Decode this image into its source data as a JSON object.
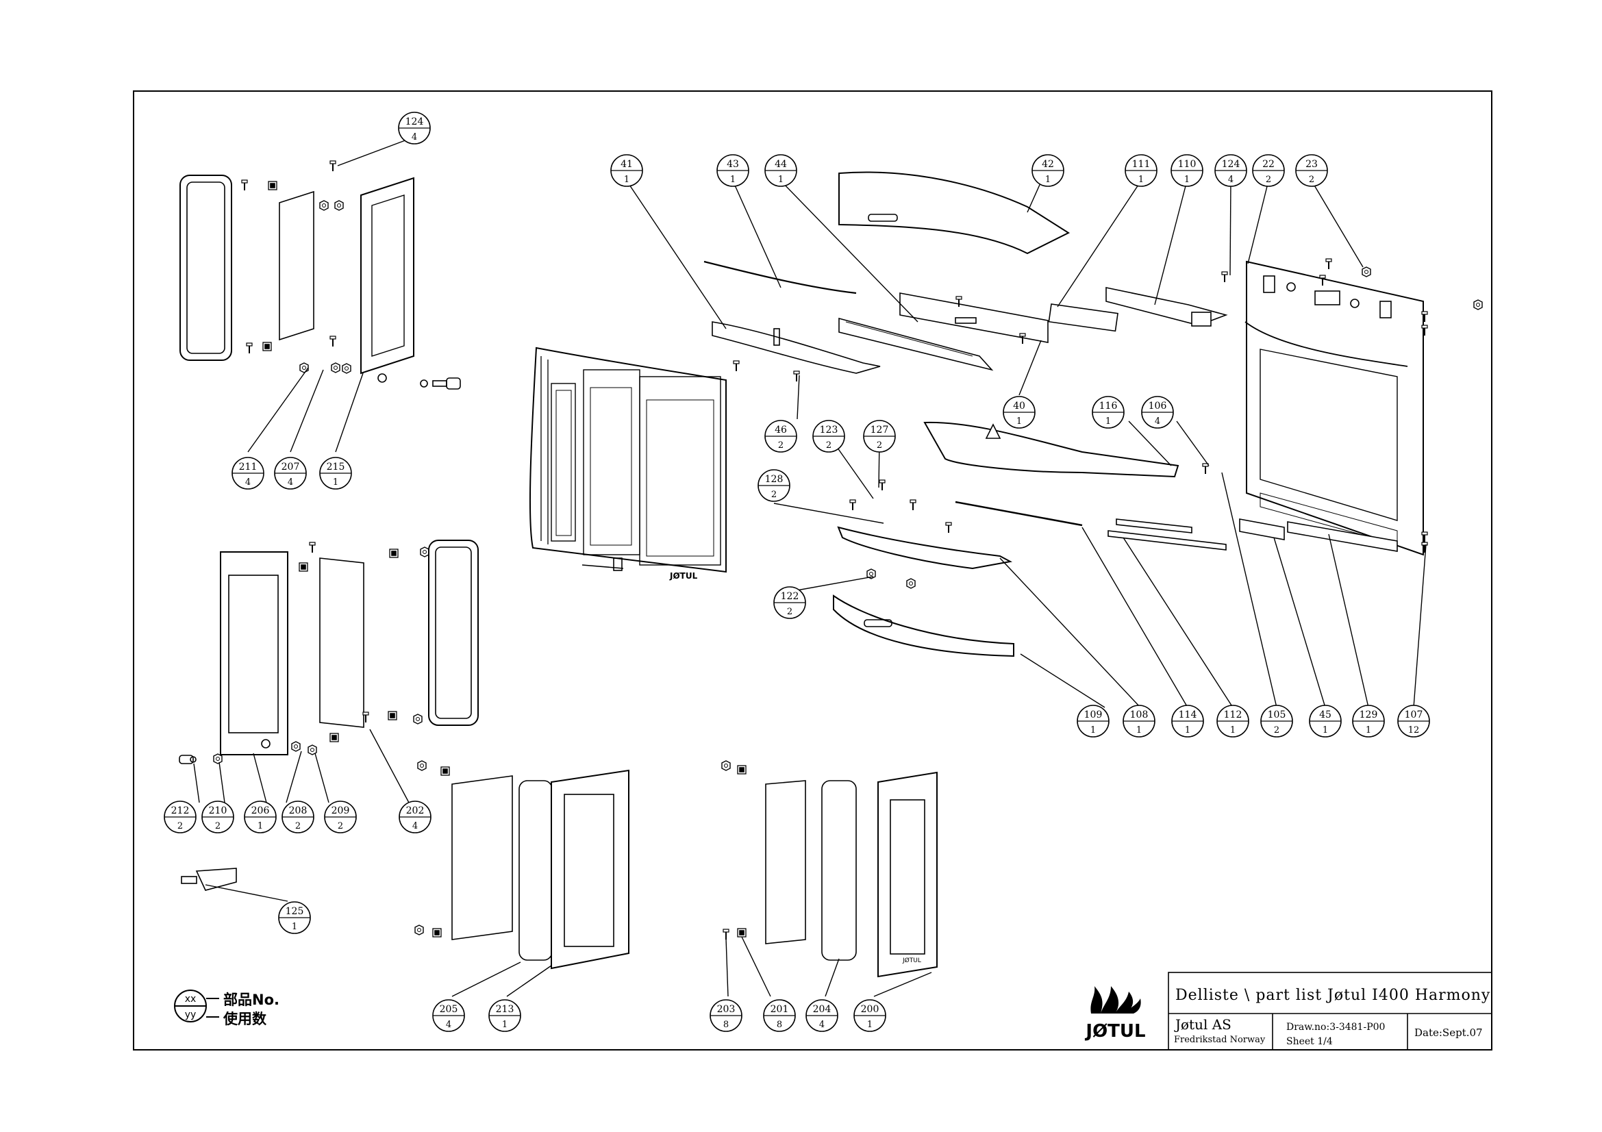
{
  "title_block": {
    "title": "Delliste \\ part list Jøtul I400 Harmony",
    "company": "Jøtul AS",
    "location": "Fredrikstad Norway",
    "drawing_no": "Draw.no:3-3481-P00",
    "sheet": "Sheet 1/4",
    "date": "Date:Sept.07",
    "brand": "JØTUL"
  },
  "legend": {
    "top_placeholder": "xx",
    "bottom_placeholder": "yy",
    "top_label": "部品No.",
    "bottom_label": "使用数"
  },
  "callouts": [
    {
      "part": "124",
      "qty": "4"
    },
    {
      "part": "211",
      "qty": "4"
    },
    {
      "part": "207",
      "qty": "4"
    },
    {
      "part": "215",
      "qty": "1"
    },
    {
      "part": "41",
      "qty": "1"
    },
    {
      "part": "43",
      "qty": "1"
    },
    {
      "part": "44",
      "qty": "1"
    },
    {
      "part": "42",
      "qty": "1"
    },
    {
      "part": "111",
      "qty": "1"
    },
    {
      "part": "110",
      "qty": "1"
    },
    {
      "part": "124",
      "qty": "4"
    },
    {
      "part": "22",
      "qty": "2"
    },
    {
      "part": "23",
      "qty": "2"
    },
    {
      "part": "46",
      "qty": "2"
    },
    {
      "part": "40",
      "qty": "1"
    },
    {
      "part": "116",
      "qty": "1"
    },
    {
      "part": "106",
      "qty": "4"
    },
    {
      "part": "123",
      "qty": "2"
    },
    {
      "part": "127",
      "qty": "2"
    },
    {
      "part": "128",
      "qty": "2"
    },
    {
      "part": "122",
      "qty": "2"
    },
    {
      "part": "109",
      "qty": "1"
    },
    {
      "part": "108",
      "qty": "1"
    },
    {
      "part": "114",
      "qty": "1"
    },
    {
      "part": "112",
      "qty": "1"
    },
    {
      "part": "105",
      "qty": "2"
    },
    {
      "part": "45",
      "qty": "1"
    },
    {
      "part": "129",
      "qty": "1"
    },
    {
      "part": "107",
      "qty": "12"
    },
    {
      "part": "212",
      "qty": "2"
    },
    {
      "part": "210",
      "qty": "2"
    },
    {
      "part": "206",
      "qty": "1"
    },
    {
      "part": "208",
      "qty": "2"
    },
    {
      "part": "209",
      "qty": "2"
    },
    {
      "part": "202",
      "qty": "4"
    },
    {
      "part": "125",
      "qty": "1"
    },
    {
      "part": "205",
      "qty": "4"
    },
    {
      "part": "213",
      "qty": "1"
    },
    {
      "part": "203",
      "qty": "8"
    },
    {
      "part": "201",
      "qty": "8"
    },
    {
      "part": "204",
      "qty": "4"
    },
    {
      "part": "200",
      "qty": "1"
    }
  ]
}
